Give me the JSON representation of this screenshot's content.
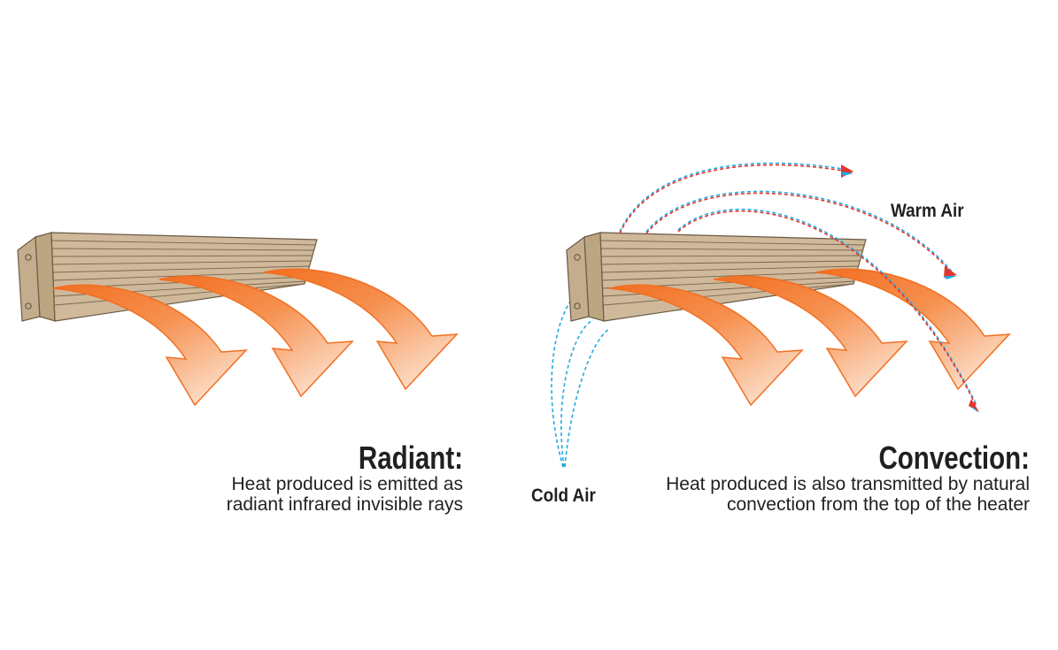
{
  "colors": {
    "heater_fill": "#cfb99a",
    "heater_stroke": "#6b5a45",
    "ray_orange": "#f26f21",
    "ray_light": "#fde6d4",
    "cold_air": "#27a9e1",
    "warm_air": "#e2362b",
    "text": "#231f20"
  },
  "radiant": {
    "title": "Radiant:",
    "line1": "Heat produced is emitted as",
    "line2": "radiant infrared invisible rays"
  },
  "convection": {
    "title": "Convection:",
    "line1": "Heat produced is also transmitted by natural",
    "line2": "convection from the top of the heater"
  },
  "labels": {
    "warm_air": "Warm Air",
    "cold_air": "Cold Air"
  },
  "icons": {
    "heater": "panel-heater-icon",
    "heat_ray": "curved-arrow-icon"
  }
}
